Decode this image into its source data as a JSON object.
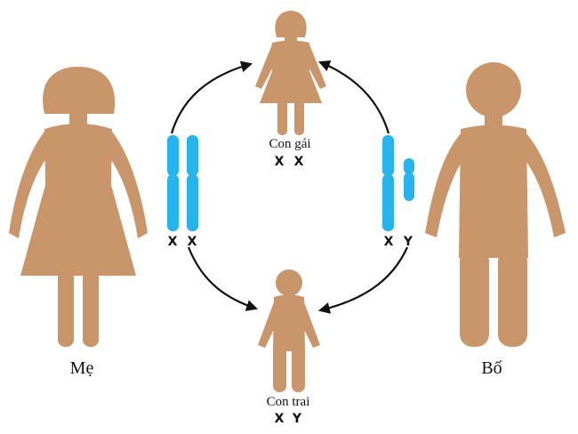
{
  "labels": {
    "mother": "Mẹ",
    "father": "Bố",
    "daughter": "Con gái",
    "son": "Con trai"
  },
  "chromosomes": {
    "mother": [
      "X",
      "X"
    ],
    "father": [
      "X",
      "Y"
    ],
    "daughter": [
      "X",
      "X"
    ],
    "son": [
      "X",
      "Y"
    ]
  },
  "colors": {
    "figure": "#c9956a",
    "chromosome": "#27b4ec",
    "arrow": "#111111",
    "text": "#111111"
  }
}
